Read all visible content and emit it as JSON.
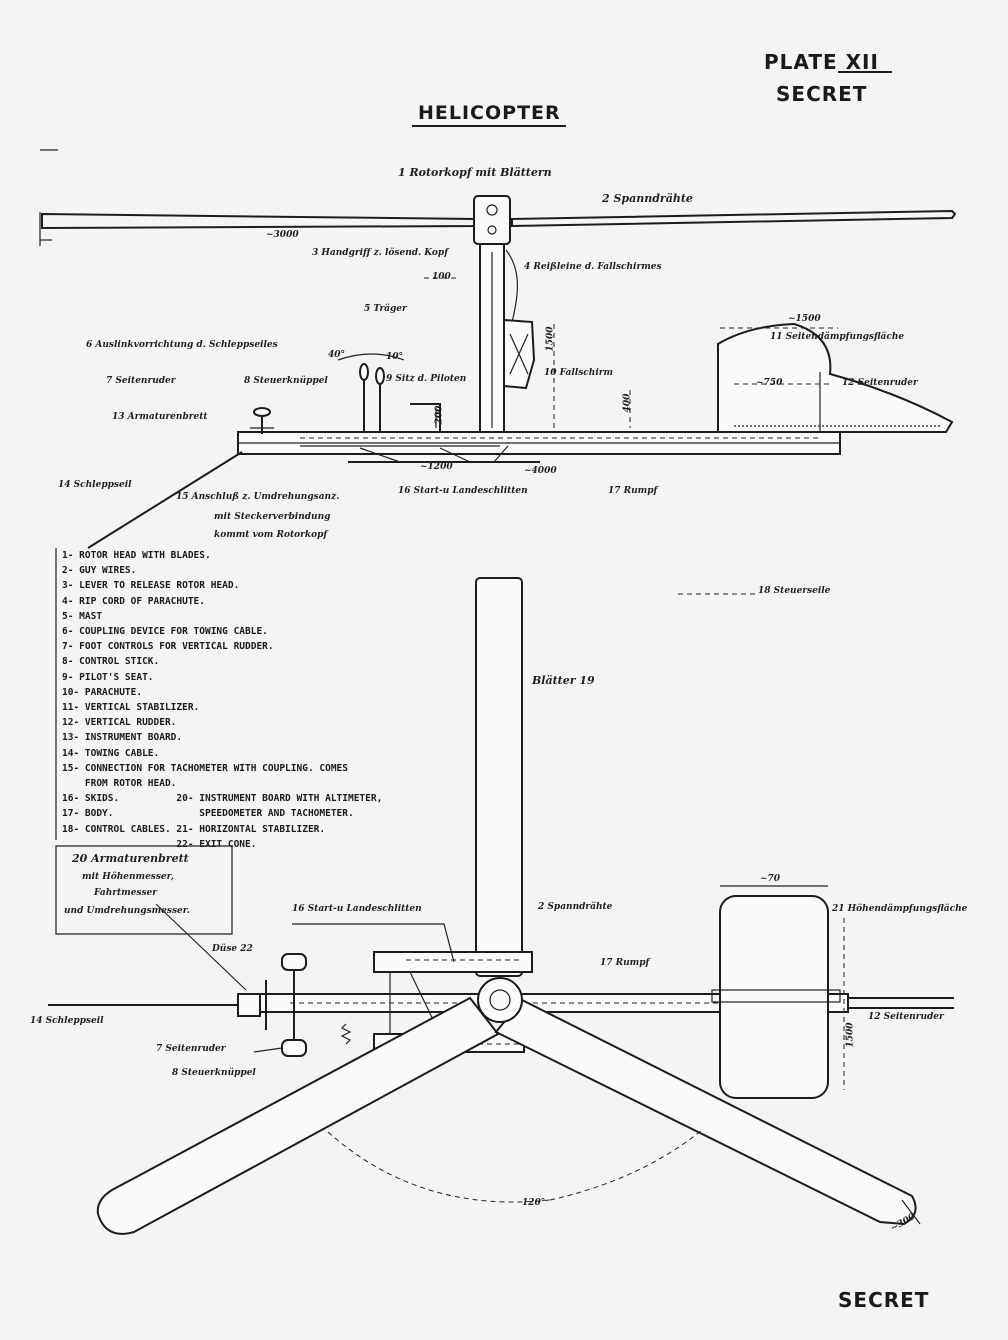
{
  "header": {
    "plate": "PLATE XII",
    "secret_top": "SECRET",
    "title": "HELICOPTER",
    "secret_bottom": "SECRET"
  },
  "side_view_labels": {
    "rotor_head": "1 Rotorkopf mit Blättern",
    "guy_wires": "2 Spanndrähte",
    "rotor_span": "~3000",
    "handgrip": "3 Handgriff z. lösend. Kopf",
    "rip_cord": "4 Reißleine d. Fallschirmes",
    "dim_100": "100",
    "mast": "5 Träger",
    "release": "6 Auslinkvorrichtung d. Schleppseiles",
    "vert_stab_dim": "~1500",
    "vert_stab": "11 Seitendämpfungsfläche",
    "angle_40": "40°",
    "angle_10": "10°",
    "rudder": "7 Seitenruder",
    "stick": "8 Steuerknüppel",
    "seat": "9 Sitz d. Piloten",
    "mast_height": "1500",
    "parachute": "10 Fallschirm",
    "dim_750": "~750",
    "rudder_12": "12 Seitenruder",
    "instrument_13": "13 Armaturenbrett",
    "seat_height": "200",
    "dim_400": "400",
    "skid_len": "~1200",
    "body_len": "~4000",
    "tow_cable": "14 Schleppseil",
    "tacho_line1": "15 Anschluß z. Umdrehungsanz.",
    "tacho_line2": "mit Steckerverbindung",
    "tacho_line3": "kommt vom Rotorkopf",
    "skids": "16 Start-u Landeschlitten",
    "body": "17 Rumpf"
  },
  "legend": [
    "1- ROTOR HEAD WITH BLADES.",
    "2- GUY WIRES.",
    "3- LEVER TO RELEASE ROTOR HEAD.",
    "4- RIP CORD OF PARACHUTE.",
    "5- MAST",
    "6- COUPLING DEVICE FOR TOWING CABLE.",
    "7- FOOT CONTROLS FOR VERTICAL RUDDER.",
    "8- CONTROL STICK.",
    "9- PILOT'S SEAT.",
    "10- PARACHUTE.",
    "11- VERTICAL STABILIZER.",
    "12- VERTICAL RUDDER.",
    "13- INSTRUMENT BOARD.",
    "14- TOWING CABLE.",
    "15- CONNECTION FOR TACHOMETER WITH COUPLING. COMES",
    "    FROM ROTOR HEAD.",
    "16- SKIDS.          20- INSTRUMENT BOARD WITH ALTIMETER,",
    "17- BODY.               SPEEDOMETER AND TACHOMETER.",
    "18- CONTROL CABLES. 21- HORIZONTAL STABILIZER.",
    "                    22- EXIT CONE."
  ],
  "top_view_labels": {
    "control_cables": "18 Steuerseile",
    "blades": "Blätter 19",
    "inst_20_l1": "20 Armaturenbrett",
    "inst_20_l2": "mit Höhenmesser,",
    "inst_20_l3": "Fahrtmesser",
    "inst_20_l4": "und Umdrehungsmesser.",
    "skids_16": "16 Start-u Landeschlitten",
    "guy_wires_2": "2 Spanndrähte",
    "stab_width": "~70",
    "horiz_stab": "21 Höhendämpfungsfläche",
    "exit_cone": "Düse 22",
    "body_17": "17 Rumpf",
    "tow_14": "14 Schleppseil",
    "rudder_12": "12 Seitenruder",
    "stab_dim": "1500",
    "rudder_7": "7 Seitenruder",
    "stick_8": "8 Steuerknüppel",
    "angle": "120°",
    "blade_width": "~300"
  }
}
